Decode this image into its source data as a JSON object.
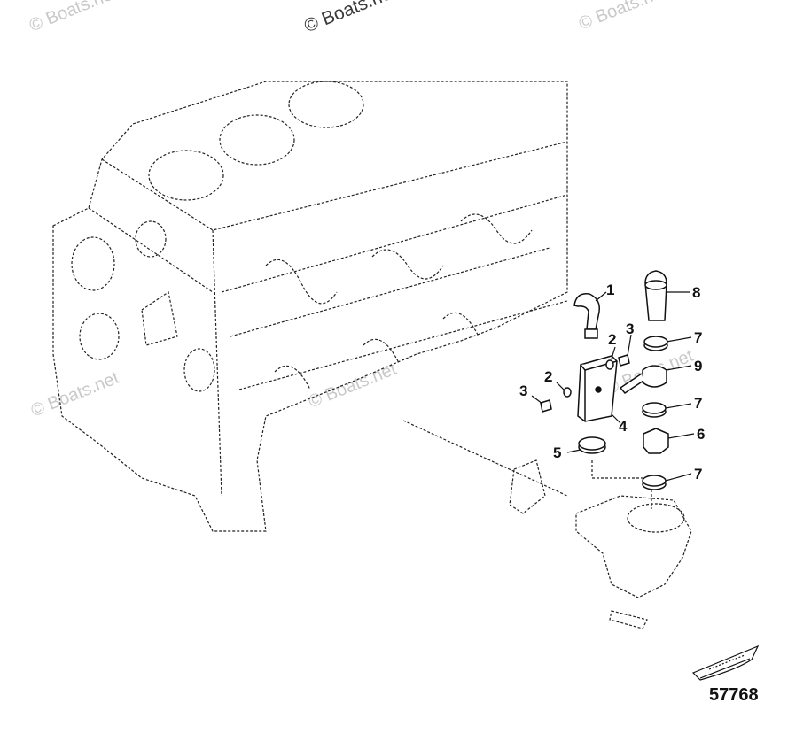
{
  "watermarks": {
    "top_left": "© Boats.net",
    "top_center": "© Boats.net",
    "top_right": "© Boats.net",
    "mid_left": "© Boats.net",
    "mid_center": "© Boats.net",
    "mid_right": "© Boats.net"
  },
  "callouts": {
    "c1": "1",
    "c2a": "2",
    "c3a": "3",
    "c2b": "2",
    "c3b": "3",
    "c4": "4",
    "c5": "5",
    "c6": "6",
    "c7a": "7",
    "c7b": "7",
    "c7c": "7",
    "c8": "8",
    "c9": "9"
  },
  "figure_number": "57768",
  "icons": {
    "boat": "boat-icon"
  }
}
